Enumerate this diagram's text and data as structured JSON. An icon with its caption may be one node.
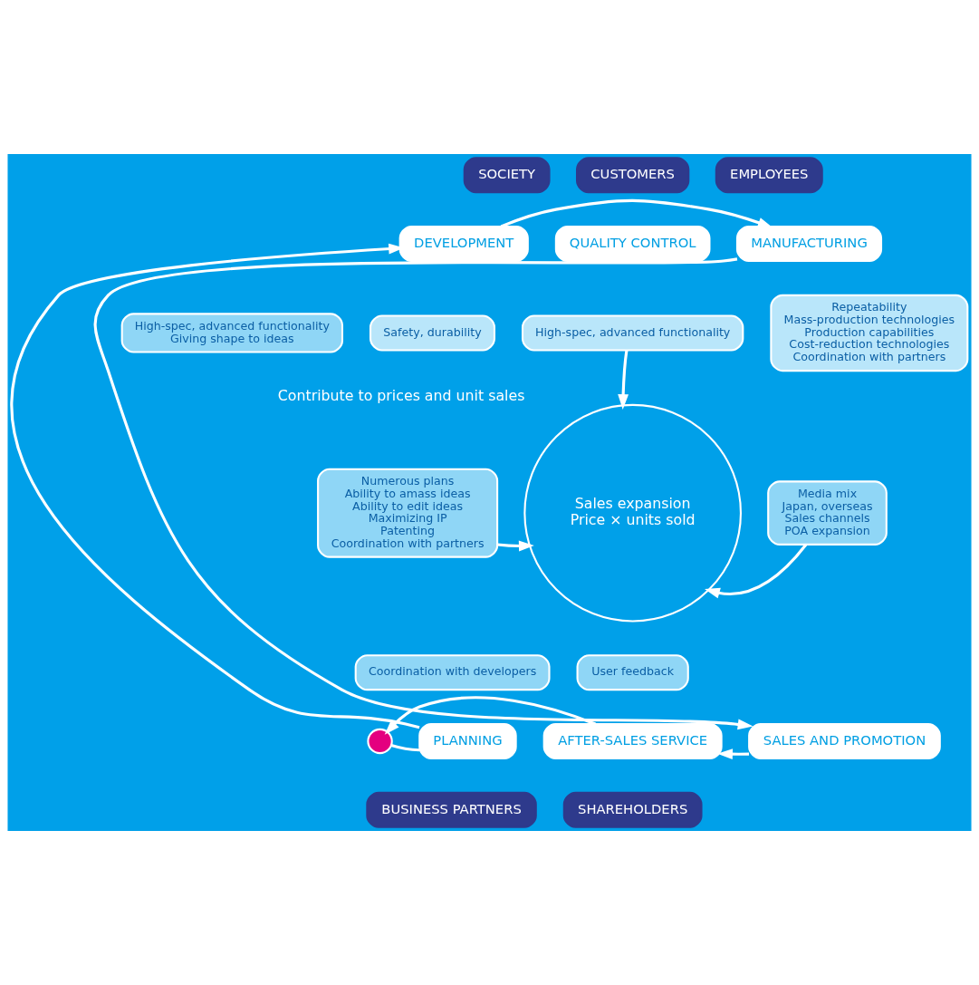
{
  "diagram": {
    "nodes": [
      {
        "text": [],
        "shape": "circle"
      },
      {
        "text": [
          "PLANNING"
        ]
      },
      {
        "text": [
          "DEVELOPMENT"
        ]
      },
      {
        "text": [
          "MANUFACTURING"
        ]
      },
      {
        "text": [
          "QUALITY CONTROL"
        ]
      },
      {
        "text": [
          "SALES AND PROMOTION"
        ]
      },
      {
        "text": [
          "AFTER-SALES SERVICE"
        ]
      },
      {
        "text": [
          "Sales expansion",
          "Price × units sold"
        ],
        "beside": [
          "Contribute to prices and unit sales"
        ]
      },
      {
        "text": [
          "High-spec, advanced functionality",
          "Giving shape to ideas"
        ]
      },
      {
        "text": [
          "Numerous plans",
          "Ability to amass ideas",
          "Ability to edit ideas",
          "Maximizing IP",
          "Patenting",
          "Coordination with partners"
        ]
      },
      {
        "text": [
          "Safety, durability"
        ]
      },
      {
        "text": [
          "High-spec, advanced functionality"
        ]
      },
      {
        "text": [
          "Repeatability",
          "Mass-production technologies",
          "Production capabilities",
          "Cost-reduction technologies",
          "Coordination with partners"
        ]
      },
      {
        "text": [
          "Media mix",
          "Japan, overseas",
          "Sales channels",
          "POA expansion"
        ]
      },
      {
        "text": [
          "Coordination with developers"
        ]
      },
      {
        "text": [
          "User feedback"
        ]
      }
    ],
    "edges": [
      {
        "from": 0,
        "to": 1,
        "arrow": "none"
      },
      {
        "from": 1,
        "to": 2,
        "arrow": "to"
      },
      {
        "from": 2,
        "to": 3,
        "arrow": "to"
      },
      {
        "from": 3,
        "to": 5,
        "arrow": "to"
      },
      {
        "from": 5,
        "to": 6,
        "arrow": "to"
      },
      {
        "from": 6,
        "to": 0,
        "arrow": "to"
      },
      {
        "from": 9,
        "to": 7,
        "arrow": "to"
      },
      {
        "from": 11,
        "to": 7,
        "arrow": "to"
      },
      {
        "from": 13,
        "to": 7,
        "arrow": "to"
      }
    ],
    "labels": [
      "CUSTOMERS",
      "EMPLOYEES",
      "SHAREHOLDERS",
      "BUSINESS PARTNERS",
      "SOCIETY"
    ]
  }
}
